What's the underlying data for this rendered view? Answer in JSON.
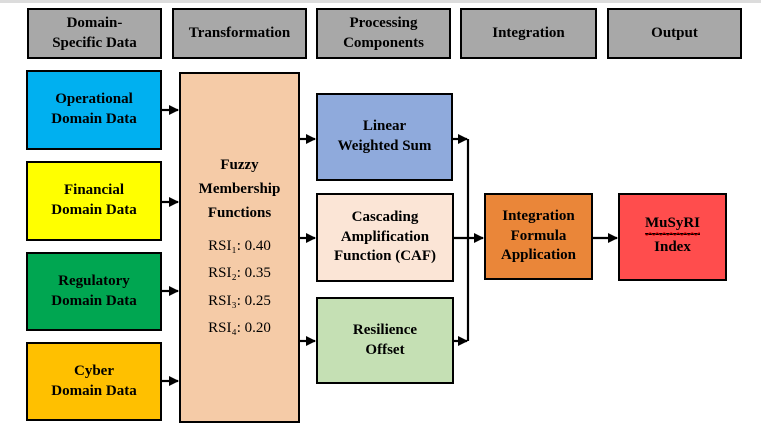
{
  "column_headers": [
    {
      "label": "Domain-\nSpecific Data"
    },
    {
      "label": "Transformation"
    },
    {
      "label": "Processing\nComponents"
    },
    {
      "label": "Integration"
    },
    {
      "label": "Output"
    }
  ],
  "header_color": "#a8a8a8",
  "domain_boxes": [
    {
      "label": "Operational\nDomain Data",
      "color": "#00b0f0"
    },
    {
      "label": "Financial\nDomain Data",
      "color": "#ffff00"
    },
    {
      "label": "Regulatory\nDomain Data",
      "color": "#00a651"
    },
    {
      "label": "Cyber\nDomain Data",
      "color": "#ffc000"
    }
  ],
  "transformation_box": {
    "title": "Fuzzy\nMembership\nFunctions",
    "color": "#f5cba7",
    "rsi_values": [
      "RSI₁: 0.40",
      "RSI₂: 0.35",
      "RSI₃: 0.25",
      "RSI₄: 0.20"
    ]
  },
  "processing_boxes": [
    {
      "label": "Linear\nWeighted Sum",
      "color": "#8faadc"
    },
    {
      "label": "Cascading\nAmplification\nFunction (CAF)",
      "color": "#fbe5d6"
    },
    {
      "label": "Resilience\nOffset",
      "color": "#c5e0b4"
    }
  ],
  "integration_box": {
    "label": "Integration\nFormula\nApplication",
    "color": "#ea8639"
  },
  "output_box": {
    "line1": "MuSyRI",
    "line2": "Index",
    "color": "#ff4d4d"
  },
  "arrow_color": "#000000"
}
